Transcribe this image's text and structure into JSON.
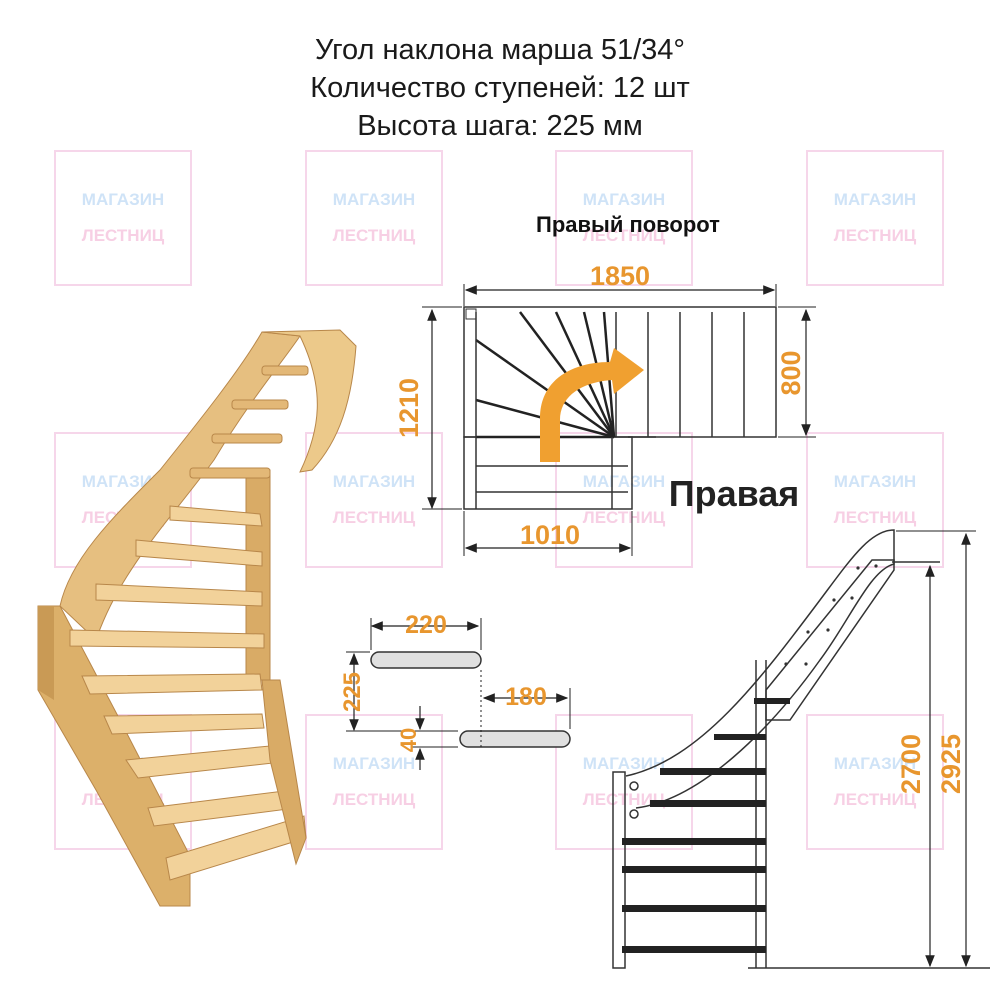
{
  "header": {
    "line1": "Угол наклона марша 51/34°",
    "line2": "Количество ступеней: 12 шт",
    "line3": "Высота шага: 225 мм"
  },
  "watermark": {
    "line1": "МАГАЗИН",
    "line2": "ЛЕСТНИЦ"
  },
  "plan": {
    "title": "Правый поворот",
    "width_total": "1850",
    "depth_total": "1210",
    "landing_depth": "800",
    "lower_width": "1010",
    "turn_label": "Правая"
  },
  "step_detail": {
    "tread_depth": "220",
    "step_height": "225",
    "thickness": "40",
    "going": "180"
  },
  "elevation": {
    "height_floor": "2700",
    "height_total": "2925"
  },
  "colors": {
    "dimension": "#e8962e",
    "arrow": "#f0a030",
    "wood_light": "#f2d29a",
    "wood_mid": "#dcb06a",
    "wood_dark": "#b8874a",
    "line": "#333333"
  }
}
